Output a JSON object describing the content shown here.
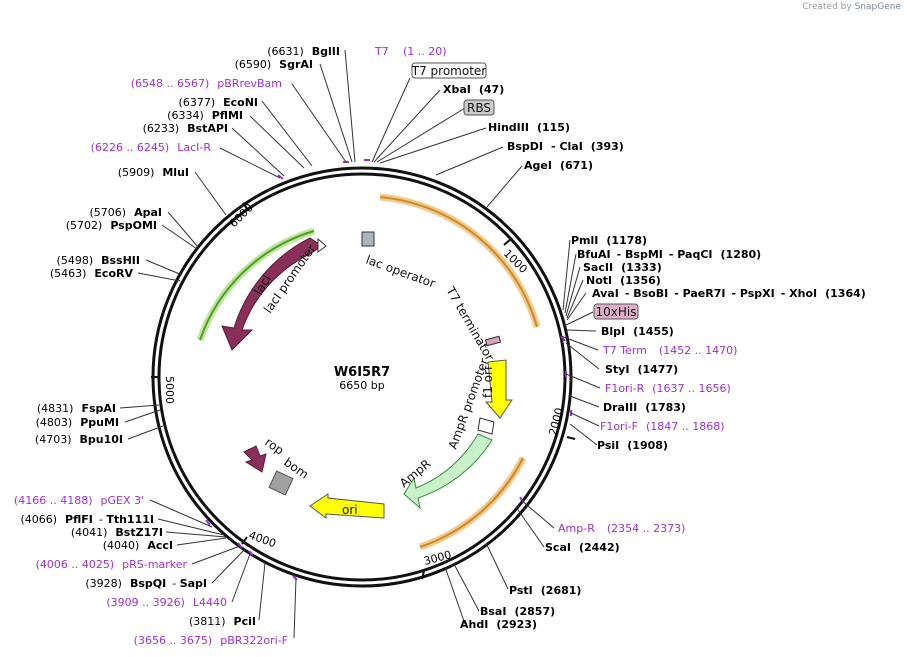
{
  "credit": {
    "prefix": "Created by",
    "brand": "SnapGene"
  },
  "plasmid": {
    "name": "W6I5R7",
    "length": "6650 bp",
    "total_bp": 6650
  },
  "ticks": [
    {
      "bp": 1000,
      "label": "1000"
    },
    {
      "bp": 2000,
      "label": "2000"
    },
    {
      "bp": 3000,
      "label": "3000"
    },
    {
      "bp": 4000,
      "label": "4000"
    },
    {
      "bp": 5000,
      "label": "5000"
    },
    {
      "bp": 6000,
      "label": "6000"
    }
  ],
  "features": [
    {
      "name": "lac operator",
      "color": "#7f7f7f"
    },
    {
      "name": "T7 terminator",
      "color": "#7f7f7f"
    },
    {
      "name": "f1 ori",
      "color": "#ffff00"
    },
    {
      "name": "AmpR promoter",
      "color": "#c7f2c7"
    },
    {
      "name": "AmpR",
      "color": "#c7f2c7"
    },
    {
      "name": "ori",
      "color": "#ffff00"
    },
    {
      "name": "bom",
      "color": "#a0a0a0"
    },
    {
      "name": "rop",
      "color": "#8a2f5a"
    },
    {
      "name": "lacI",
      "color": "#8a2f5a"
    },
    {
      "name": "lacI promoter",
      "color": "#ffffff"
    }
  ],
  "boxed_labels": [
    {
      "name": "T7 promoter"
    },
    {
      "name": "RBS"
    },
    {
      "name": "10xHis"
    }
  ],
  "right_labels": [
    {
      "pre": "",
      "pos": "(47)",
      "enz": [
        "XbaI"
      ],
      "type": "enz"
    },
    {
      "pre": "",
      "pos": "(115)",
      "enz": [
        "HindIII"
      ],
      "type": "enz"
    },
    {
      "pre": "",
      "pos": "(393)",
      "enz": [
        "BspDI",
        "ClaI"
      ],
      "type": "enz"
    },
    {
      "pre": "",
      "pos": "(671)",
      "enz": [
        "AgeI"
      ],
      "type": "enz"
    },
    {
      "pre": "",
      "pos": "(1178)",
      "enz": [
        "PmlI"
      ],
      "type": "enz"
    },
    {
      "pre": "",
      "pos": "(1280)",
      "enz": [
        "BfuAI",
        "BspMI",
        "PaqCI"
      ],
      "type": "enz"
    },
    {
      "pre": "",
      "pos": "(1333)",
      "enz": [
        "SacII"
      ],
      "type": "enz"
    },
    {
      "pre": "",
      "pos": "(1356)",
      "enz": [
        "NotI"
      ],
      "type": "enz"
    },
    {
      "pre": "",
      "pos": "(1364)",
      "enz": [
        "AvaI",
        "BsoBI",
        "PaeR7I",
        "PspXI",
        "XhoI"
      ],
      "type": "enz"
    },
    {
      "pre": "",
      "pos": "(1455)",
      "enz": [
        "BlpI"
      ],
      "type": "enz"
    },
    {
      "name": "T7 Term",
      "range": "(1452 .. 1470)",
      "type": "primer"
    },
    {
      "pre": "",
      "pos": "(1477)",
      "enz": [
        "StyI"
      ],
      "type": "enz"
    },
    {
      "name": "F1ori-R",
      "range": "(1637 .. 1656)",
      "type": "primer"
    },
    {
      "pre": "",
      "pos": "(1783)",
      "enz": [
        "DraIII"
      ],
      "type": "enz"
    },
    {
      "name": "F1ori-F",
      "range": "(1847 .. 1868)",
      "type": "primer"
    },
    {
      "pre": "",
      "pos": "(1908)",
      "enz": [
        "PsiI"
      ],
      "type": "enz"
    },
    {
      "name": "Amp-R",
      "range": "(2354 .. 2373)",
      "type": "primer"
    },
    {
      "pre": "",
      "pos": "(2442)",
      "enz": [
        "ScaI"
      ],
      "type": "enz"
    },
    {
      "pre": "",
      "pos": "(2681)",
      "enz": [
        "PstI"
      ],
      "type": "enz"
    },
    {
      "pre": "",
      "pos": "(2857)",
      "enz": [
        "BsaI"
      ],
      "type": "enz"
    },
    {
      "pre": "",
      "pos": "(2923)",
      "enz": [
        "AhdI"
      ],
      "type": "enz"
    }
  ],
  "top_labels": [
    {
      "pos": "(6631)",
      "enz": [
        "BglII"
      ],
      "type": "enz"
    },
    {
      "pos": "(6590)",
      "enz": [
        "SgrAI"
      ],
      "type": "enz"
    },
    {
      "name": "pBRrevBam",
      "range": "(6548 .. 6567)",
      "type": "primer"
    },
    {
      "pos": "(6377)",
      "enz": [
        "EcoNI"
      ],
      "type": "enz"
    },
    {
      "pos": "(6334)",
      "enz": [
        "PflMI"
      ],
      "type": "enz"
    },
    {
      "pos": "(6233)",
      "enz": [
        "BstAPI"
      ],
      "type": "enz"
    },
    {
      "name": "LacI-R",
      "range": "(6226 .. 6245)",
      "type": "primer"
    },
    {
      "pos": "(5909)",
      "enz": [
        "MluI"
      ],
      "type": "enz"
    },
    {
      "pos": "(5706)",
      "enz": [
        "ApaI"
      ],
      "type": "enz"
    },
    {
      "pos": "(5702)",
      "enz": [
        "PspOMI"
      ],
      "type": "enz"
    },
    {
      "pos": "(5498)",
      "enz": [
        "BssHII"
      ],
      "type": "enz"
    },
    {
      "pos": "(5463)",
      "enz": [
        "EcoRV"
      ],
      "type": "enz"
    },
    {
      "pos": "(4831)",
      "enz": [
        "FspAI"
      ],
      "type": "enz"
    },
    {
      "pos": "(4803)",
      "enz": [
        "PpuMI"
      ],
      "type": "enz"
    },
    {
      "pos": "(4703)",
      "enz": [
        "Bpu10I"
      ],
      "type": "enz"
    },
    {
      "name": "pGEX 3'",
      "range": "(4166 .. 4188)",
      "type": "primer"
    },
    {
      "pos": "(4066)",
      "enz": [
        "PflFI",
        "Tth111I"
      ],
      "type": "enz"
    },
    {
      "pos": "(4041)",
      "enz": [
        "BstZ17I"
      ],
      "type": "enz"
    },
    {
      "pos": "(4040)",
      "enz": [
        "AccI"
      ],
      "type": "enz"
    },
    {
      "name": "pRS-marker",
      "range": "(4006 .. 4025)",
      "type": "primer"
    },
    {
      "pos": "(3928)",
      "enz": [
        "BspQI",
        "SapI"
      ],
      "type": "enz"
    },
    {
      "name": "L4440",
      "range": "(3909 .. 3926)",
      "type": "primer"
    },
    {
      "pos": "(3811)",
      "enz": [
        "PciI"
      ],
      "type": "enz"
    },
    {
      "name": "pBR322ori-F",
      "range": "(3656 .. 3675)",
      "type": "primer"
    }
  ],
  "t7_label": {
    "name": "T7",
    "range": "(1 .. 20)"
  }
}
